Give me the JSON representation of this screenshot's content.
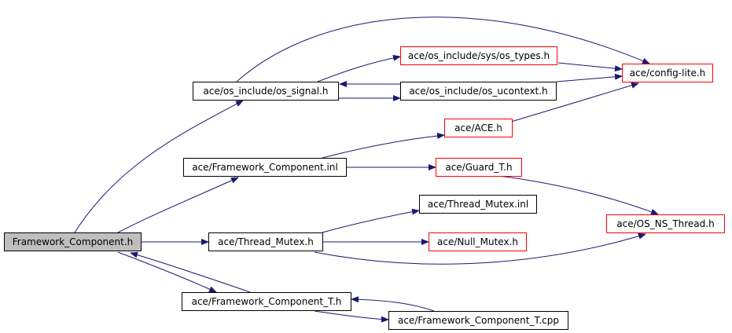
{
  "diagram": {
    "colors": {
      "edge": "#191970",
      "box_border": "#000000",
      "missing_border": "#ff0000",
      "root_fill": "#bfbfbf"
    },
    "nodes": {
      "root": {
        "label": "Framework_Component.h"
      },
      "os_signal": {
        "label": "ace/os_include/os_signal.h"
      },
      "os_types": {
        "label": "ace/os_include/sys/os_types.h"
      },
      "os_ucontext": {
        "label": "ace/os_include/os_ucontext.h"
      },
      "config_lite": {
        "label": "ace/config-lite.h"
      },
      "ace_h": {
        "label": "ace/ACE.h"
      },
      "framework_inl": {
        "label": "ace/Framework_Component.inl"
      },
      "guard_t": {
        "label": "ace/Guard_T.h"
      },
      "thread_mutex_inl": {
        "label": "ace/Thread_Mutex.inl"
      },
      "os_ns_thread": {
        "label": "ace/OS_NS_Thread.h"
      },
      "thread_mutex": {
        "label": "ace/Thread_Mutex.h"
      },
      "null_mutex": {
        "label": "ace/Null_Mutex.h"
      },
      "framework_t_h": {
        "label": "ace/Framework_Component_T.h"
      },
      "framework_t_cpp": {
        "label": "ace/Framework_Component_T.cpp"
      }
    }
  }
}
